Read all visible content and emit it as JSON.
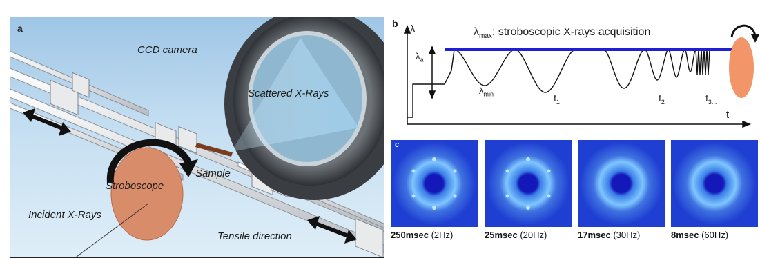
{
  "panel_a": {
    "tag": "a",
    "labels": {
      "ccd_camera": "CCD camera",
      "scattered_xrays": "Scattered X-Rays",
      "sample": "Sample",
      "stroboscope": "Stroboscope",
      "incident_xrays": "Incident X-Rays",
      "tensile_direction": "Tensile direction"
    },
    "colors": {
      "stroboscope": "#d98c6a",
      "camera": "#555a60",
      "beam": "#9fd0f0"
    }
  },
  "panel_b": {
    "tag": "b",
    "y_axis": "λ",
    "x_axis": "t",
    "lambda_max_symbol": "λ",
    "lambda_max_sub": "max",
    "lambda_max_text": ": stroboscopic X-rays acquisition",
    "lambda_a_symbol": "λ",
    "lambda_a_sub": "a",
    "lambda_min_symbol": "λ",
    "lambda_min_sub": "min",
    "f1": "f",
    "f1_sub": "1",
    "f2": "f",
    "f2_sub": "2",
    "f3": "f",
    "f3_sub": "3...",
    "colors": {
      "lambda_max_line": "#1f1fd6",
      "curve": "#000000",
      "stroboscope": "#f29568"
    }
  },
  "panel_c": {
    "tag": "c",
    "patterns": [
      {
        "time": "250msec",
        "freq": "(2Hz)"
      },
      {
        "time": "25msec",
        "freq": "(20Hz)"
      },
      {
        "time": "17msec",
        "freq": "(30Hz)"
      },
      {
        "time": "8msec",
        "freq": "(60Hz)"
      }
    ],
    "colors": {
      "background": "#1f3fd2",
      "ring": "#7fc6ff",
      "beamstop": "#1418b8"
    }
  }
}
